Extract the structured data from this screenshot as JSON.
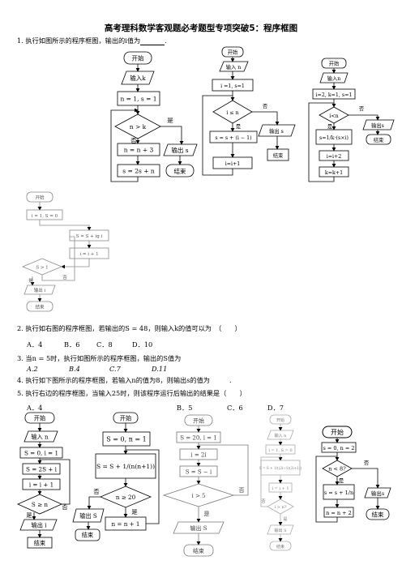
{
  "title": "高考理科数学客观题必考题型专项突破5：程序框图",
  "q1": {
    "text": "1. 执行如图所示的程序框图，输出的i值为",
    "tail": "."
  },
  "q2": {
    "text": "2. 执行如右图的程序框图，若输出的S = 48，则输入k的值可以为",
    "paren": "（　　）"
  },
  "q2_options": [
    "A．4",
    "B．6",
    "C．8",
    "D．10"
  ],
  "q3": {
    "text": "3. 当n = 5时，执行如图所示的程序框图，输出的S值为"
  },
  "q3_options": [
    "A.2",
    "B.4",
    "C.7",
    "D.11"
  ],
  "q4": {
    "text": "4. 执行如下图所示的程序框图，若输入n的值为8，则输出s的值为",
    "tail": "."
  },
  "q5": {
    "text": "5. 执行右边的程序框图，当输入25时，则该程序运行后输出的结果是（　　）"
  },
  "q5_options": [
    "A．4",
    "B．5",
    "C．6",
    "D．7"
  ],
  "flow_a": {
    "start": "开始",
    "input": "输入k",
    "init": "n = 1, s = 1",
    "cond": "n > k",
    "yes": "是",
    "no": "否",
    "step1": "n = n + 3",
    "step2": "s = 2s + n",
    "output": "输出 s",
    "end": "结束"
  },
  "flow_b": {
    "start": "开始",
    "input": "输入 n",
    "init": "i =1, s=1",
    "cond": "i ≤ n",
    "yes": "是",
    "no": "否",
    "step1": "s = s + (i − 1)",
    "step2": "i=i+1",
    "output": "输出 s",
    "end": "结束"
  },
  "flow_c": {
    "start": "开始",
    "input": "输入n",
    "init": "i=2, k=1, s=1",
    "cond": "i<n",
    "yes": "是",
    "no": "否",
    "step1": "s=1/k·(s×i)",
    "step2": "i=i+2",
    "step3": "k=k+1",
    "output": "输出s",
    "end": "结束"
  },
  "flow_d": {
    "start": "开始",
    "init": "i = 1, S = 0",
    "step1": "S = S + ig i",
    "step2": "i = i + 1",
    "cond": "S > 1",
    "yes": "是",
    "no": "否",
    "output": "输出 i",
    "end": "结束"
  },
  "flow_e": {
    "start": "开始",
    "input": "输入 n",
    "init": "S = 0, i = 1",
    "step1": "S = 2S + i",
    "step2": "i = i + 1",
    "cond": "S ≥ n",
    "yes": "是",
    "no": "否",
    "output": "输出 i",
    "end": "结束"
  },
  "flow_f": {
    "start": "开始",
    "init": "S = 0, n = 1",
    "step1": "S = S + 1/(n(n+1))",
    "cond": "n ≥ 20",
    "yes": "是",
    "no": "否",
    "step2": "n = n + 1",
    "output": "输出 S",
    "end": "结束"
  },
  "flow_g": {
    "start": "开始",
    "init": "S = 20, i = 1",
    "step1": "i = 2i",
    "step2": "S = S − i",
    "cond": "i > 5",
    "yes": "是",
    "no": "否",
    "output": "输出 S",
    "end": "结束"
  },
  "flow_h": {
    "start": "开始",
    "input": "输入 n",
    "init": "i = 1, S = 0",
    "step1": "S = S + 1/((2i−1)(2i+1))",
    "step2": "i = i + 1",
    "cond": "i > n?",
    "yes": "是",
    "no": "否",
    "output": "输出 S",
    "end": "结束"
  },
  "flow_i": {
    "start": "开始",
    "init": "s = 0, n = 2",
    "cond": "n < 8?",
    "yes": "是",
    "no": "否",
    "step1": "s = s + 1/n",
    "step2": "n = n + 2",
    "output": "输出s",
    "end": "结束"
  }
}
